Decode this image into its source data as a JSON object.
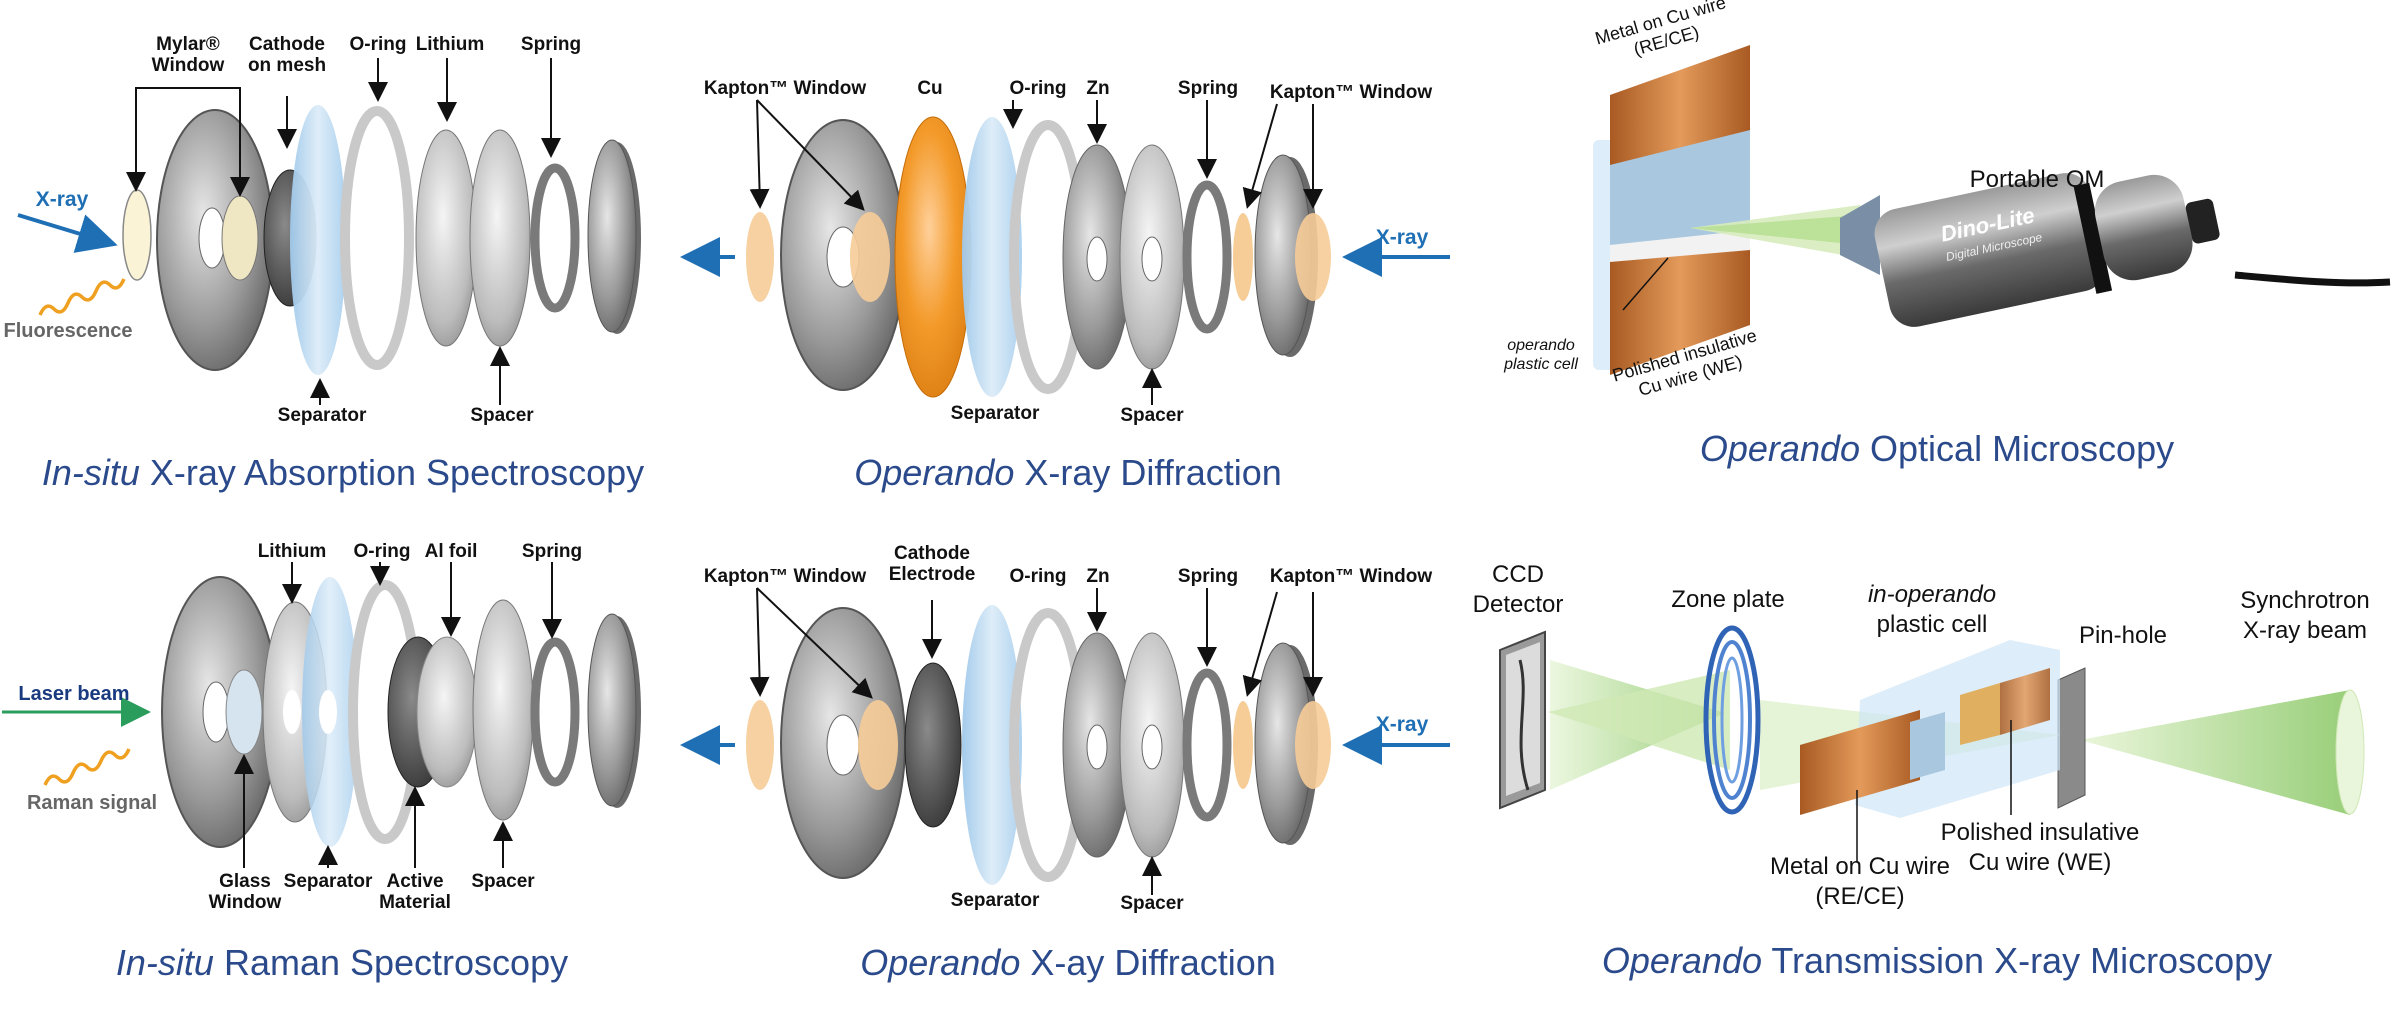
{
  "panels": {
    "xas": {
      "title_italic": "In-situ",
      "title_rest": " X-ray Absorption Spectroscopy",
      "labels": {
        "mylar": "Mylar® Window",
        "cathode": "Cathode on mesh",
        "oring": "O-ring",
        "lithium": "Lithium",
        "spring": "Spring",
        "separator": "Separator",
        "spacer": "Spacer",
        "xray": "X-ray",
        "fluorescence": "Fluorescence"
      }
    },
    "xrd1": {
      "title_italic": "Operando",
      "title_rest": " X-ray Diffraction",
      "labels": {
        "kapton_left": "Kapton™ Window",
        "cu": "Cu",
        "oring": "O-ring",
        "zn": "Zn",
        "spring": "Spring",
        "kapton_right": "Kapton™ Window",
        "separator": "Separator",
        "spacer": "Spacer",
        "xray": "X-ray"
      }
    },
    "om": {
      "title_italic": "Operando",
      "title_rest": " Optical Microscopy",
      "labels": {
        "metal_wire": "Metal on Cu wire (RE/CE)",
        "portable": "Portable OM",
        "plastic_cell": "operando plastic cell",
        "polished": "Polished insulative Cu wire (WE)",
        "brand": "Dino-Lite",
        "brand_sub": "Digital Microscope"
      }
    },
    "raman": {
      "title_italic": "In-situ",
      "title_rest": " Raman Spectroscopy",
      "labels": {
        "lithium": "Lithium",
        "oring": "O-ring",
        "alfoil": "Al foil",
        "spring": "Spring",
        "glass": "Glass Window",
        "separator": "Separator",
        "active": "Active Material",
        "spacer": "Spacer",
        "laser": "Laser beam",
        "raman": "Raman signal"
      }
    },
    "xrd2": {
      "title_italic": "Operando",
      "title_rest": " X-ay Diffraction",
      "labels": {
        "kapton_left": "Kapton™ Window",
        "cathode": "Cathode Electrode",
        "oring": "O-ring",
        "zn": "Zn",
        "spring": "Spring",
        "kapton_right": "Kapton™ Window",
        "separator": "Separator",
        "spacer": "Spacer",
        "xray": "X-ray"
      }
    },
    "txm": {
      "title_italic": "Operando",
      "title_rest": " Transmission X-ray Microscopy",
      "labels": {
        "ccd": "CCD Detector",
        "zone": "Zone plate",
        "cell_italic": "in-operando",
        "cell_rest": "plastic cell",
        "pinhole": "Pin-hole",
        "sync": "Synchrotron X-ray beam",
        "metal_wire": "Metal on Cu wire (RE/CE)",
        "polished": "Polished insulative Cu wire (WE)"
      }
    }
  },
  "colors": {
    "title_blue": "#2b4a8b",
    "xray_blue": "#1f6fb5",
    "laser_green": "#2a9d5c",
    "copper": "#c8783a",
    "kapton": "#f6cc97",
    "separator_blue": "#b9d8ef"
  }
}
